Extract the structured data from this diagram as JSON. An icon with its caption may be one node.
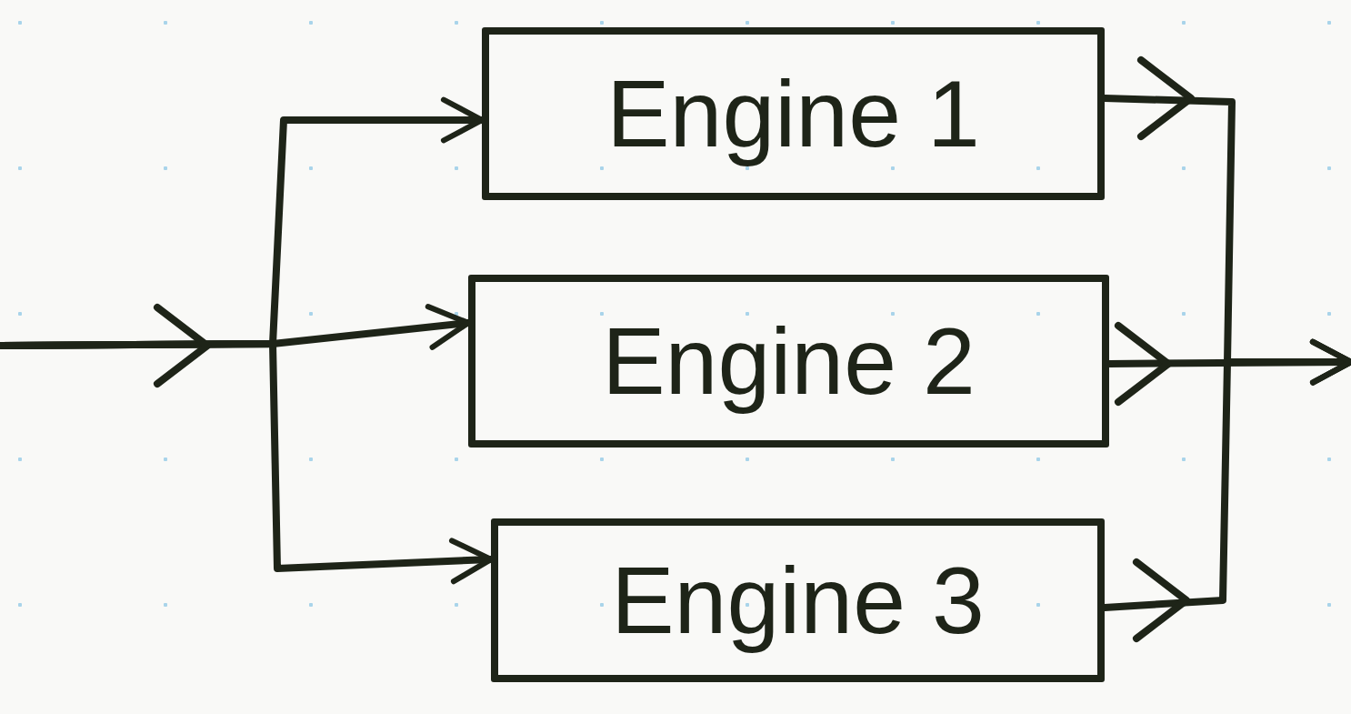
{
  "diagram": {
    "nodes": [
      {
        "text": [
          "Engine 1"
        ]
      },
      {
        "text": [
          "Engine 2"
        ]
      },
      {
        "text": [
          "Engine 3"
        ]
      }
    ],
    "edges": [
      {
        "from": null,
        "to": 0,
        "arrow": "to"
      },
      {
        "from": null,
        "to": 1,
        "arrow": "to"
      },
      {
        "from": null,
        "to": 2,
        "arrow": "to"
      },
      {
        "from": 0,
        "to": null,
        "arrow": "to"
      },
      {
        "from": 1,
        "to": null,
        "arrow": "to"
      },
      {
        "from": 2,
        "to": null,
        "arrow": "to"
      }
    ]
  }
}
